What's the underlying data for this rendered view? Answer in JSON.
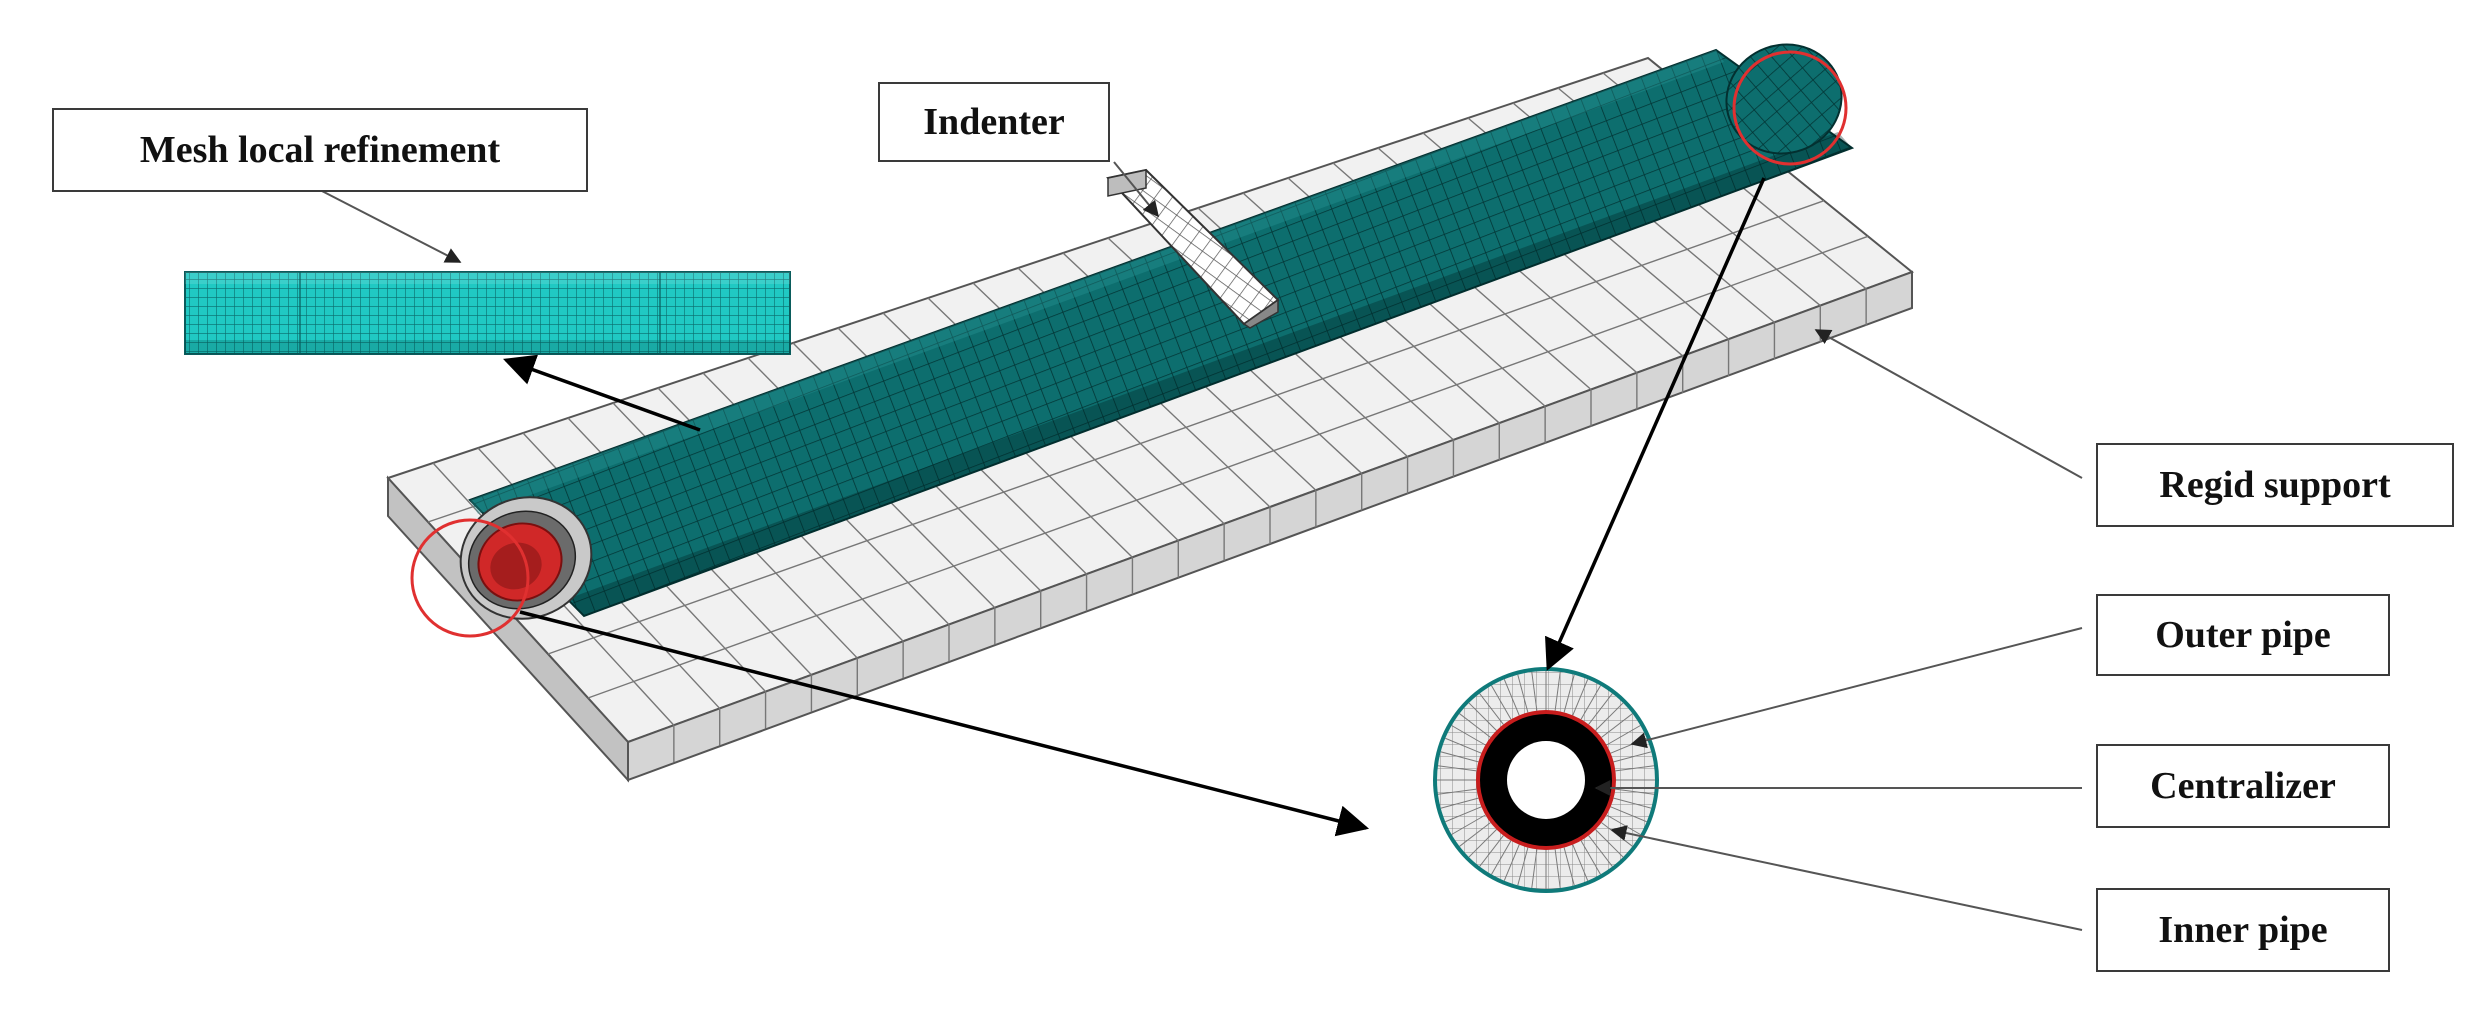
{
  "labels": {
    "mesh_refinement": "Mesh local refinement",
    "indenter": "Indenter",
    "rigid_support": "Regid support",
    "outer_pipe": "Outer pipe",
    "centralizer": "Centralizer",
    "inner_pipe": "Inner pipe"
  },
  "colors": {
    "pipe_mesh": "#0d6e6e",
    "refined_mesh": "#20c9c3",
    "support_fill": "#f1f1f1",
    "highlight_circle": "#e03030",
    "centralizer_ring": "#c81d1d",
    "inner_pipe_section": "#000000",
    "section_mesh": "#e9e9e9",
    "outer_ring": "#0f7a7a"
  }
}
